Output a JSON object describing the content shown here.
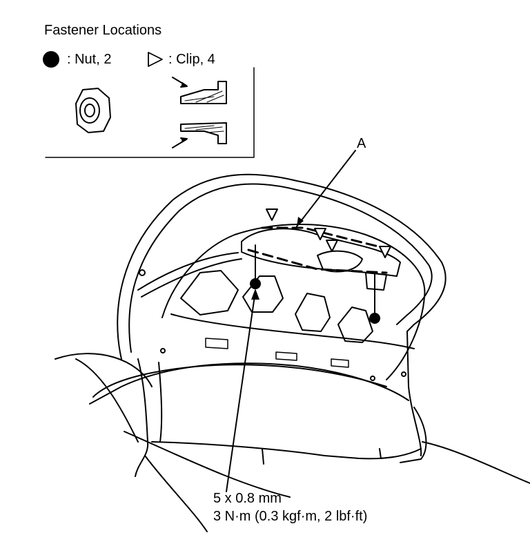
{
  "legend": {
    "title": "Fastener Locations",
    "nut_label": ": Nut, 2",
    "clip_label": ": Clip, 4"
  },
  "callout": {
    "label": "A"
  },
  "spec": {
    "line1": "5 x 0.8 mm",
    "line2": "3 N·m (0.3 kgf·m, 2 lbf·ft)"
  },
  "icons": {
    "nut": "filled-circle",
    "clip": "open-triangle-right"
  }
}
